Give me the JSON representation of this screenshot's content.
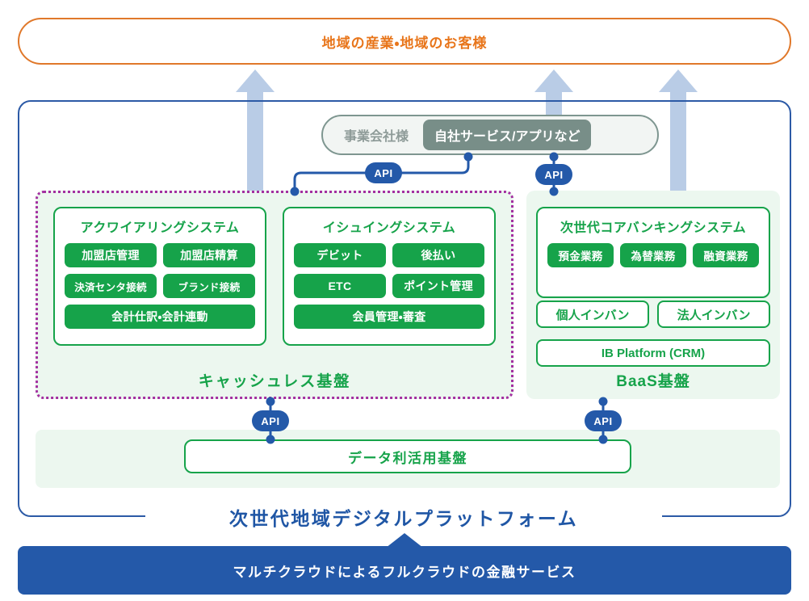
{
  "diagram": {
    "top_banner": {
      "label": "地域の産業・地域のお客様"
    },
    "business_company": {
      "label": "事業会社様",
      "chip": "自社サービス/アプリなど"
    },
    "cashless": {
      "region_label": "キャッシュレス基盤",
      "cards": [
        {
          "title": "アクワイアリングシステム",
          "rows": [
            [
              "加盟店管理",
              "加盟店精算"
            ],
            [
              "決済センタ接続",
              "ブランド接続"
            ],
            [
              "会計仕訳・会計連動"
            ]
          ]
        },
        {
          "title": "イシュイングシステム",
          "rows": [
            [
              "デビット",
              "後払い"
            ],
            [
              "ETC",
              "ポイント管理"
            ],
            [
              "会員管理・審査"
            ]
          ]
        }
      ]
    },
    "baas": {
      "region_label": "BaaS基盤",
      "core_card": {
        "title": "次世代コアバンキングシステム",
        "rows": [
          [
            "預金業務",
            "為替業務",
            "融資業務"
          ]
        ]
      },
      "outline_items": [
        "個人インバン",
        "法人インバン",
        "IB Platform (CRM)"
      ]
    },
    "data_platform": {
      "label": "データ利活用基盤"
    },
    "platform_title": "次世代地域デジタルプラットフォーム",
    "cloud_banner": {
      "label": "マルチクラウドによるフルクラウドの金融サービス"
    },
    "api_labels": [
      "API",
      "API",
      "API",
      "API"
    ],
    "colors": {
      "orange": "#e8751a",
      "green": "#16a34a",
      "blue": "#2459a9",
      "purple_dotted": "#a32fa0",
      "arrow_blue": "#b9cce6",
      "gray_green": "#788e88",
      "region_bg": "#ecf7ef"
    }
  }
}
